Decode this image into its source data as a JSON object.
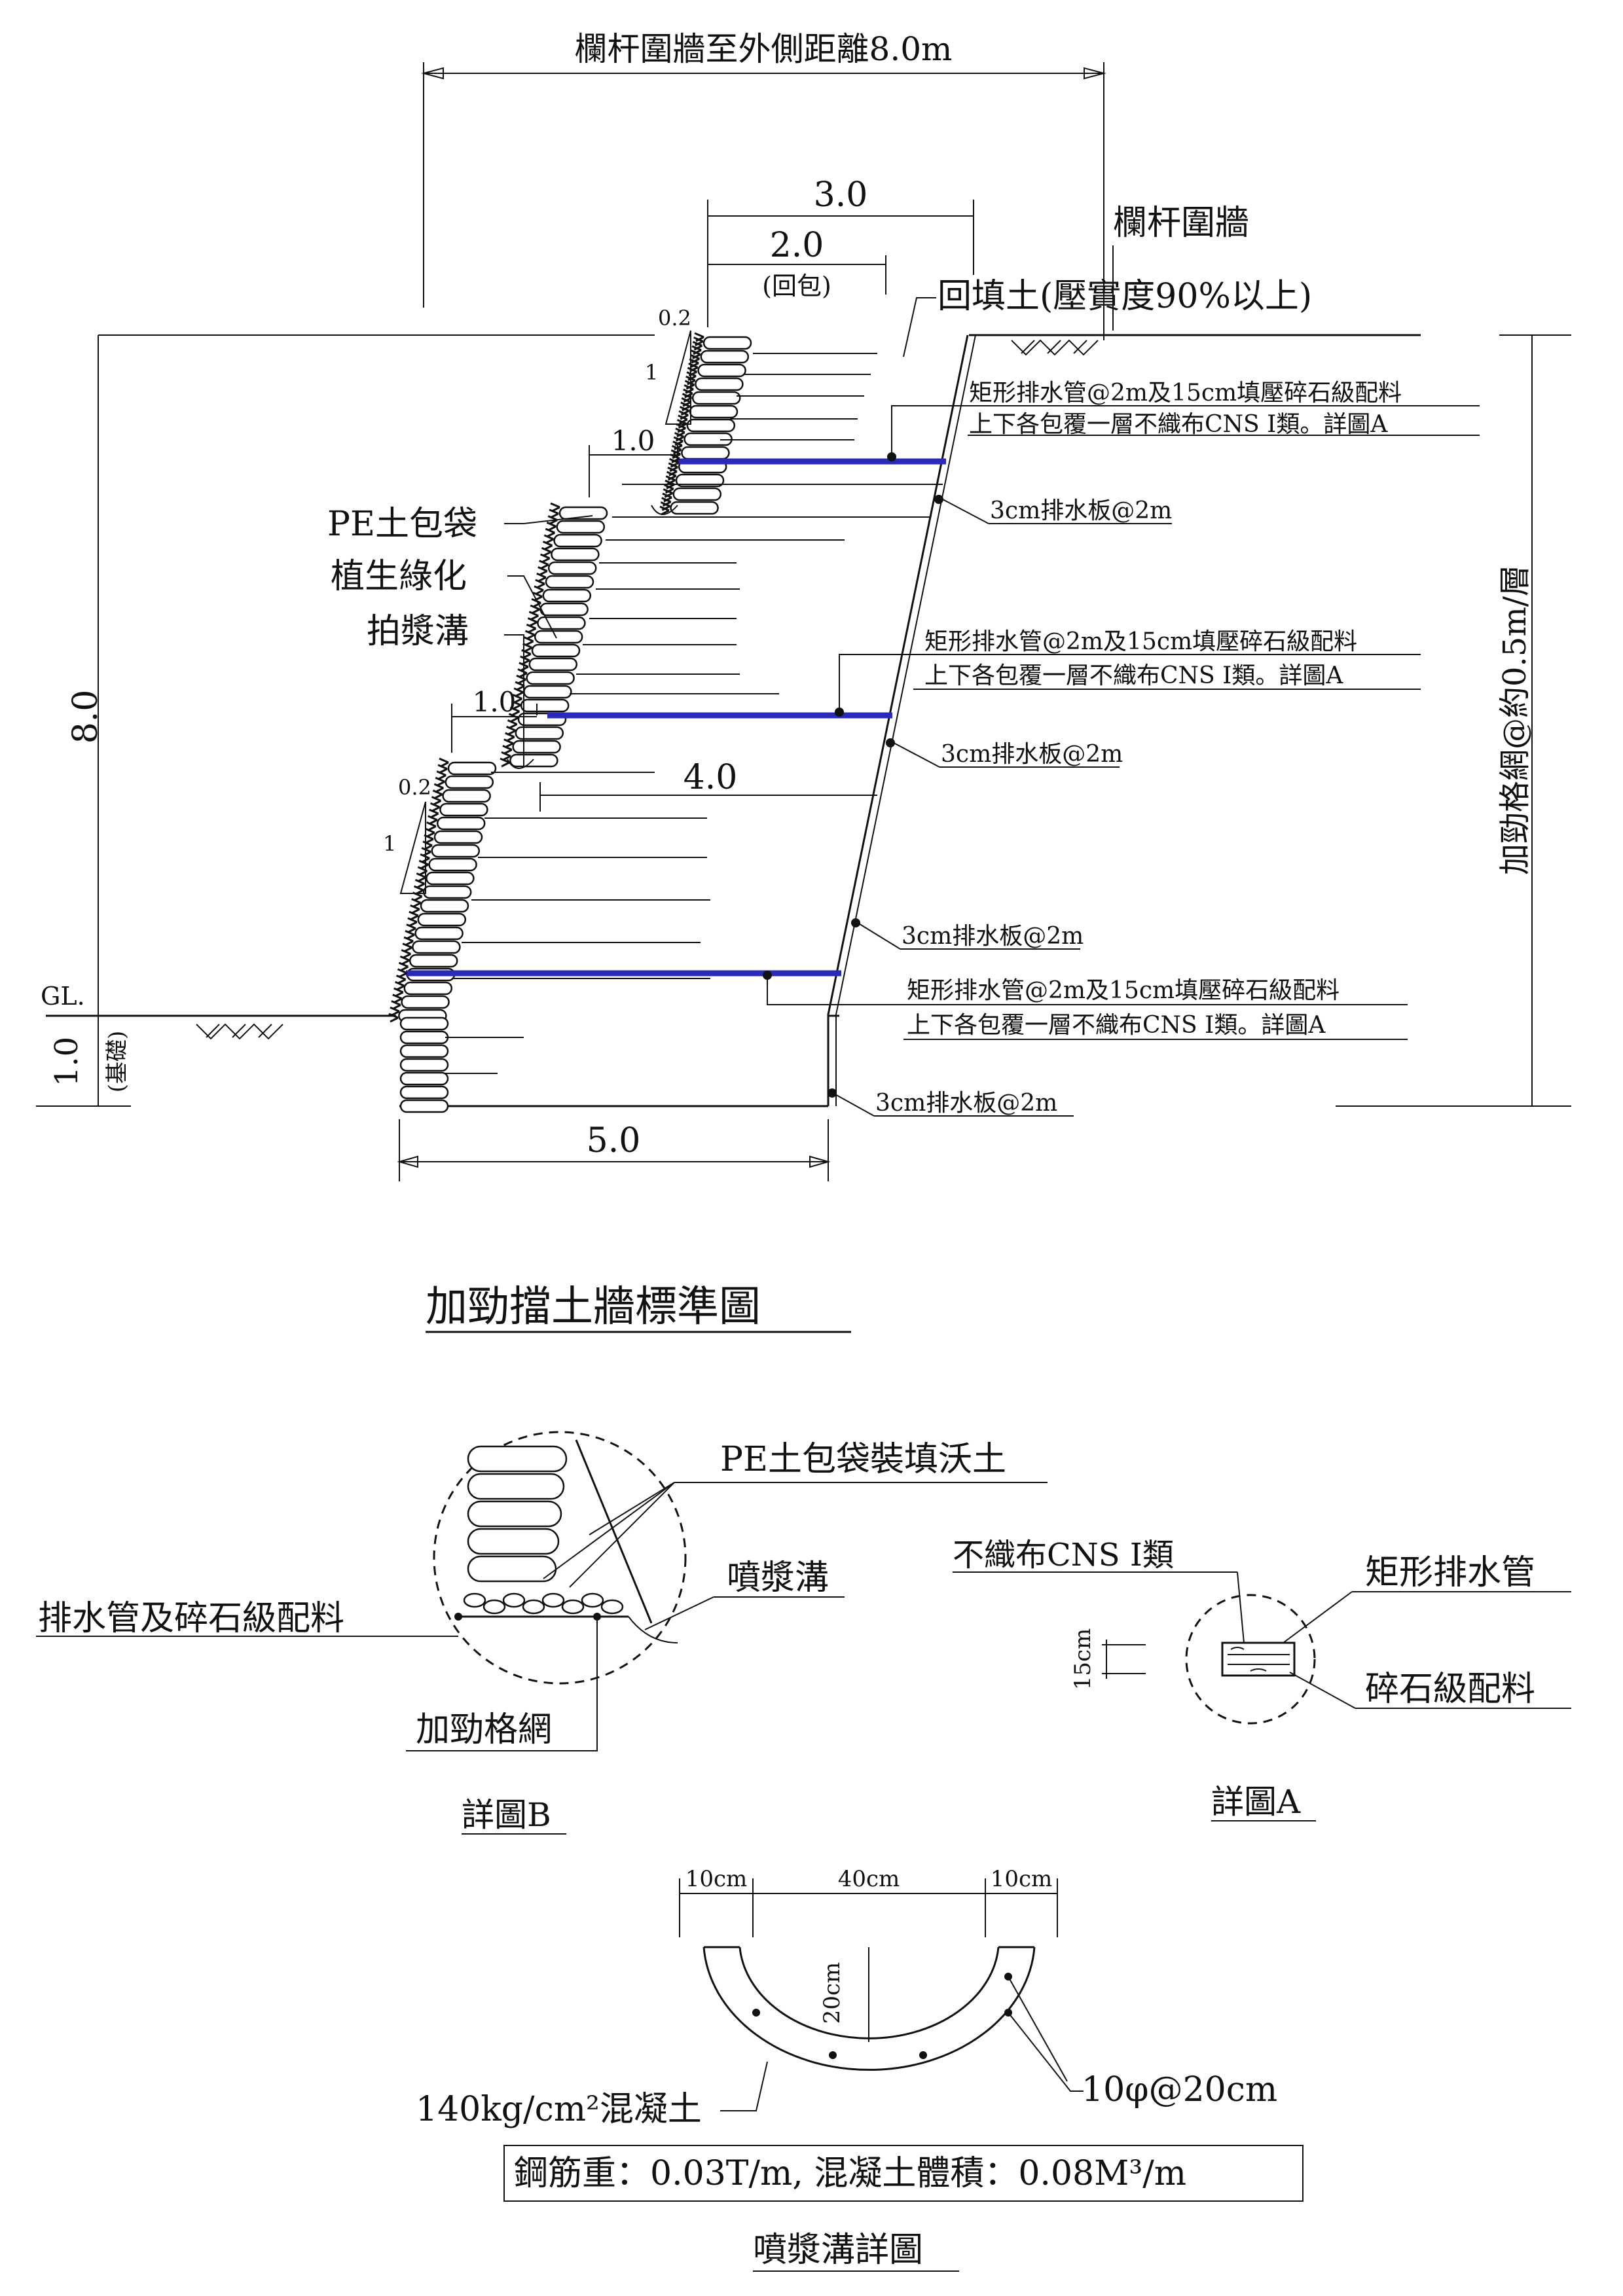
{
  "standard": {
    "title": "加勁擋土牆標準圖",
    "dim_top": "欄杆圍牆至外側距離8.0m",
    "railing_label": "欄杆圍牆",
    "dim_3": "3.0",
    "dim_2": "2.0",
    "dim_2_sub": "(回包)",
    "backfill": "回填土(壓實度90%以上)",
    "slope_top": "0.2",
    "slope_side": "1",
    "slope_bottom": "0.2",
    "slope_side2": "1",
    "bench_upper": "1.0",
    "bench_lower": "1.0",
    "dim_4": "4.0",
    "dim_5": "5.0",
    "height_left": "8.0",
    "gl": "GL.",
    "foundation_dim": "1.0",
    "foundation_label": "(基礎)",
    "right_vertical": "加勁格網@約0.5m/層",
    "pe_bag": "PE土包袋",
    "vegetation": "植生綠化",
    "grout_trench": "拍漿溝",
    "drain_note_line1": "矩形排水管@2m及15cm填壓碎石級配料",
    "drain_note_line2": "上下各包覆一層不織布CNS Ⅰ類。詳圖A",
    "drain_board": "3cm排水板@2m"
  },
  "detail_b": {
    "title": "詳圖B",
    "pe_bag_fill": "PE土包袋裝填沃土",
    "spray_trench": "噴漿溝",
    "pipe_gravel": "排水管及碎石級配料",
    "geogrid": "加勁格網"
  },
  "detail_a": {
    "title": "詳圖A",
    "nonwoven": "不織布CNS Ⅰ類",
    "rect_pipe": "矩形排水管",
    "gravel": "碎石級配料",
    "dim_15": "15cm"
  },
  "trench": {
    "title": "噴漿溝詳圖",
    "dim_left": "10cm",
    "dim_mid": "40cm",
    "dim_right": "10cm",
    "depth": "20cm",
    "concrete": "140kg/cm²混凝土",
    "rebar": "10φ@20cm",
    "summary": "鋼筋重：0.03T/m, 混凝土體積：0.08M³/m"
  },
  "colors": {
    "line": "#111111",
    "geogrid": "#2a2ab8"
  }
}
